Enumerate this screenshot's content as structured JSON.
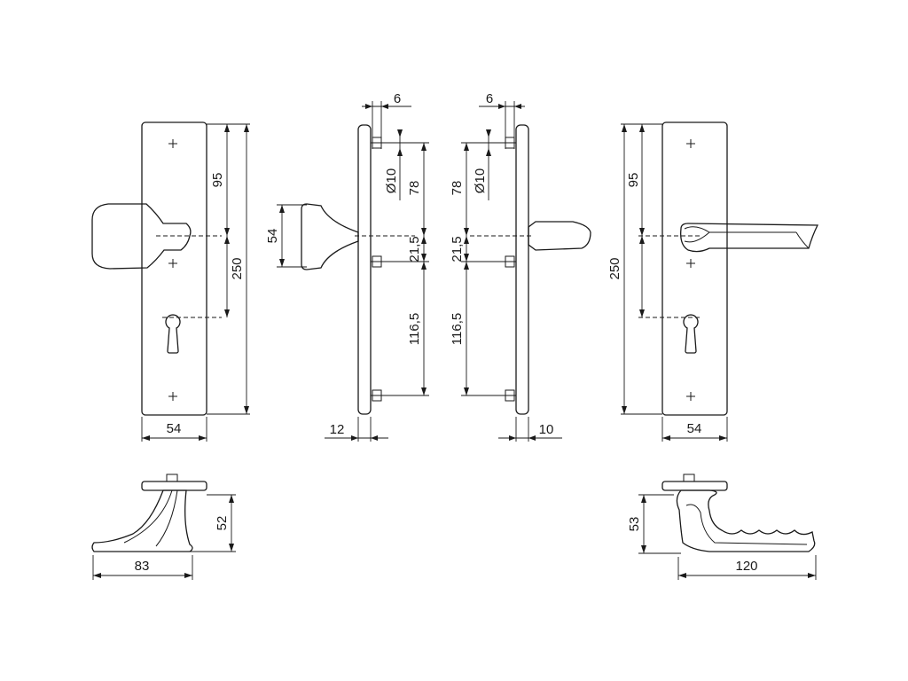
{
  "dimensions": {
    "front_left": {
      "width": "54",
      "overall_height": "250",
      "upper": "95"
    },
    "side_left": {
      "knob_height": "54",
      "offset": "12",
      "pin": "6",
      "hole": "Ø10",
      "pitch_top": "78",
      "pitch_mid": "21,5",
      "pitch_bottom": "116,5"
    },
    "side_right": {
      "pin": "6",
      "hole": "Ø10",
      "pitch_top": "78",
      "pitch_mid": "21,5",
      "pitch_bottom": "116,5",
      "offset": "10"
    },
    "front_right": {
      "width": "54",
      "overall_height": "250",
      "upper": "95"
    },
    "knob_top": {
      "height": "52",
      "length": "83"
    },
    "lever_top": {
      "height": "53",
      "length": "120"
    }
  }
}
